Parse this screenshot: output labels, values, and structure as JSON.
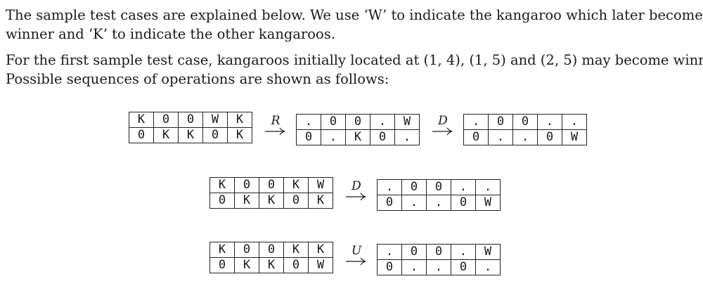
{
  "intro": {
    "line1": "The sample test cases are explained below. We use ‘W’ to indicate the kangaroo which later becomes",
    "line2": "winner and ‘K’ to indicate the other kangaroos."
  },
  "example": {
    "line1": "For the first sample test case, kangaroos initially located at (1, 4), (1, 5) and (2, 5) may become winners.",
    "line2": "Possible sequences of operations are shown as follows:"
  },
  "sequences": [
    {
      "start": [
        [
          "K",
          "0",
          "0",
          "W",
          "K"
        ],
        [
          "0",
          "K",
          "K",
          "0",
          "K"
        ]
      ],
      "steps": [
        {
          "op": "R",
          "grid": [
            [
              ".",
              "0",
              "0",
              ".",
              "W"
            ],
            [
              "0",
              ".",
              "K",
              "0",
              "."
            ]
          ]
        },
        {
          "op": "D",
          "grid": [
            [
              ".",
              "0",
              "0",
              ".",
              "."
            ],
            [
              "0",
              ".",
              ".",
              "0",
              "W"
            ]
          ]
        }
      ]
    },
    {
      "start": [
        [
          "K",
          "0",
          "0",
          "K",
          "W"
        ],
        [
          "0",
          "K",
          "K",
          "0",
          "K"
        ]
      ],
      "steps": [
        {
          "op": "D",
          "grid": [
            [
              ".",
              "0",
              "0",
              ".",
              "."
            ],
            [
              "0",
              ".",
              ".",
              "0",
              "W"
            ]
          ]
        }
      ]
    },
    {
      "start": [
        [
          "K",
          "0",
          "0",
          "K",
          "K"
        ],
        [
          "0",
          "K",
          "K",
          "0",
          "W"
        ]
      ],
      "steps": [
        {
          "op": "U",
          "grid": [
            [
              ".",
              "0",
              "0",
              ".",
              "W"
            ],
            [
              "0",
              ".",
              ".",
              "0",
              "."
            ]
          ]
        }
      ]
    }
  ]
}
